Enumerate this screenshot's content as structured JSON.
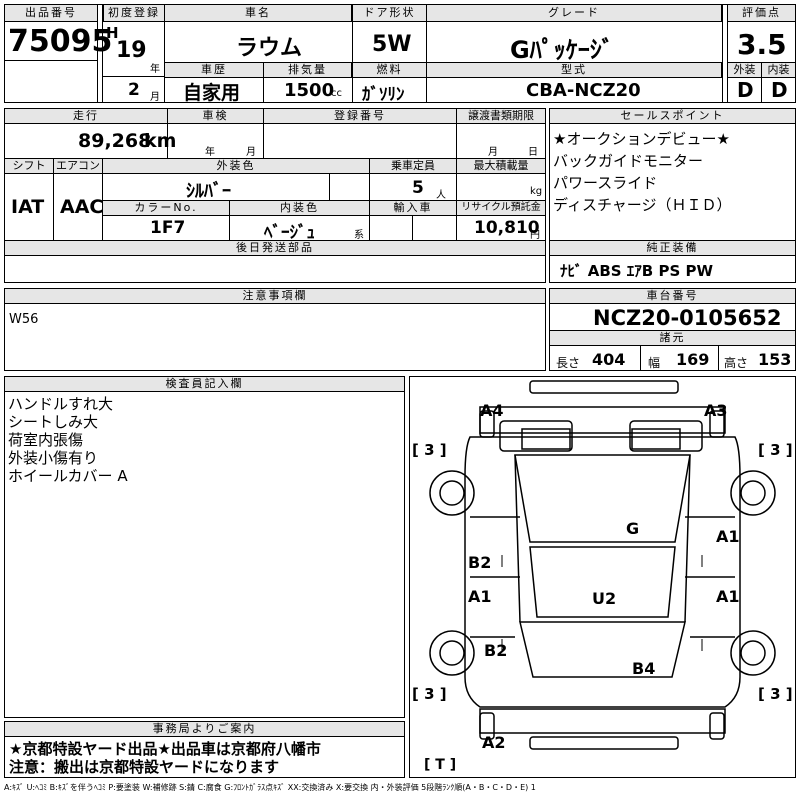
{
  "header": {
    "lot_label": "出品番号",
    "lot_number": "75095",
    "reg_label": "初度登録",
    "era": "H",
    "year": "19",
    "year_unit": "年",
    "month": "2",
    "month_unit": "月",
    "name_label": "車名",
    "car_name": "ラウム",
    "history_label": "車歴",
    "history": "自家用",
    "disp_label": "排気量",
    "displacement": "1500",
    "disp_unit": "cc",
    "door_label": "ドア形状",
    "door": "5W",
    "fuel_label": "燃料",
    "fuel": "ｶﾞｿﾘﾝ",
    "grade_label": "グレード",
    "grade": "Gﾊﾟｯｹｰｼﾞ",
    "model_label": "型式",
    "model": "CBA-NCZ20",
    "score_label": "評価点",
    "score": "3.5",
    "ext_label": "外装",
    "ext_grade": "D",
    "int_label": "内装",
    "int_grade": "D"
  },
  "row2": {
    "mileage_label": "走行",
    "mileage": "89,268",
    "mileage_unit": "km",
    "inspection_label": "車検",
    "insp_year_unit": "年",
    "insp_month_unit": "月",
    "regno_label": "登録番号",
    "transfer_label": "譲渡書類期限",
    "transfer_month": "月",
    "transfer_day": "日",
    "shift_label": "シフト",
    "shift": "IAT",
    "ac_label": "エアコン",
    "ac": "AAC",
    "color_label": "外装色",
    "color": "ｼﾙﾊﾞｰ",
    "capacity_label": "乗車定員",
    "capacity": "5",
    "capacity_unit": "人",
    "load_label": "最大積載量",
    "load_unit": "kg",
    "colorno_label": "カラーNo.",
    "color_no": "1F7",
    "interior_label": "内装色",
    "interior": "ﾍﾞｰｼﾞｭ",
    "interior_suffix": "系",
    "import_label": "輸入車",
    "recycle_label": "リサイクル預託金",
    "recycle": "10,810",
    "recycle_unit": "円",
    "later_label": "後日発送部品"
  },
  "selling": {
    "label": "セールスポイント",
    "items": [
      "★オークションデビュー★",
      "バックガイドモニター",
      "パワースライド",
      "ディスチャージ（ＨＩＤ）"
    ]
  },
  "equipment": {
    "label": "純正装備",
    "value": "ﾅﾋﾞ ABS ｴｱB PS PW"
  },
  "notes": {
    "label": "注意事項欄",
    "value": "W56"
  },
  "chassis": {
    "label": "車台番号",
    "number": "NCZ20-0105652",
    "spec_label": "諸元",
    "len_label": "長さ",
    "len": "404",
    "wid_label": "幅",
    "wid": "169",
    "hei_label": "高さ",
    "hei": "153"
  },
  "inspector": {
    "label": "検査員記入欄",
    "lines": [
      "ハンドルすれ大",
      "シートしみ大",
      "荷室内張傷",
      "外装小傷有り",
      "ホイールカバー A"
    ]
  },
  "office": {
    "label": "事務局よりご案内",
    "lines": [
      "★京都特設ヤード出品★出品車は京都府八幡市",
      "注意：搬出は京都特設ヤードになります"
    ]
  },
  "diagram": {
    "marks": {
      "A4": "A4",
      "A3": "A3",
      "G": "G",
      "A1_right_front": "A1",
      "B2_left": "B2",
      "A1_left": "A1",
      "U2": "U2",
      "A1_right": "A1",
      "B2_left_rear": "B2",
      "B4": "B4",
      "A2": "A2"
    },
    "tire_labels": [
      "[ 3 ]",
      "[ 3 ]",
      "[ 3 ]",
      "[ 3 ]"
    ],
    "spare_label": "[ T ]"
  },
  "legend": "A:ｷｽﾞ U:ﾍｺﾐ B:ｷｽﾞを伴うﾍｺﾐ P:要塗装 W:補修跡 S:錆 C:腐食 G:ﾌﾛﾝﾄｶﾞﾗｽ点ｷｽﾞ XX:交換済み X:要交換 内・外装評価 5段階ﾗﾝｸ順(A・B・C・D・E) 1"
}
